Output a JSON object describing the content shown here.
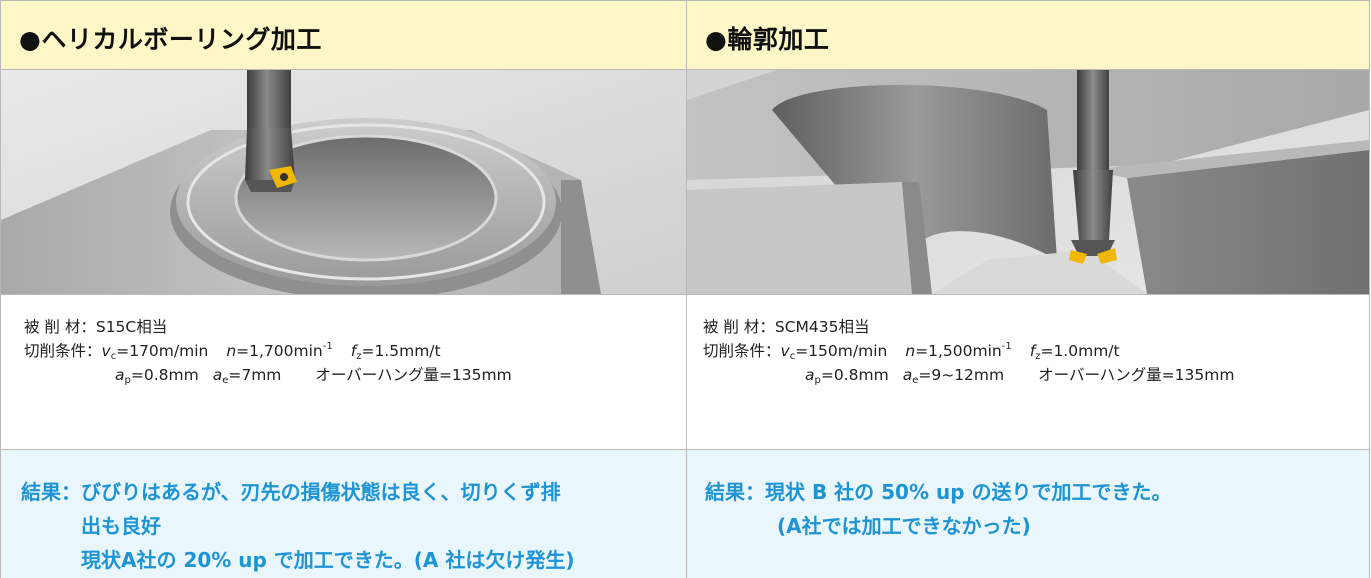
{
  "left": {
    "title": "●ヘリカルボーリング加工",
    "material_label": "被 削 材：",
    "material_value": "S15C相当",
    "conditions_label": "切削条件：",
    "vc_sym": "v",
    "vc_sub": "c",
    "vc_val": "=170m/min",
    "n_sym": "n",
    "n_val": "=1,700min",
    "n_sup": "-1",
    "fz_sym": "f",
    "fz_sub": "z",
    "fz_val": "=1.5mm/t",
    "ap_sym": "a",
    "ap_sub": "p",
    "ap_val": "=0.8mm",
    "ae_sym": "a",
    "ae_sub": "e",
    "ae_val": "=7mm",
    "overhang": "オーバーハング量=135mm",
    "result_line1": "結果：びびりはあるが、刃先の損傷状態は良く、切りくず排",
    "result_line2": "出も良好",
    "result_line3": "現状A社の 20% up で加工できた。(A 社は欠け発生)"
  },
  "right": {
    "title": "●輪郭加工",
    "material_label": "被 削 材：",
    "material_value": "SCM435相当",
    "conditions_label": "切削条件：",
    "vc_sym": "v",
    "vc_sub": "c",
    "vc_val": "=150m/min",
    "n_sym": "n",
    "n_val": "=1,500min",
    "n_sup": "-1",
    "fz_sym": "f",
    "fz_sub": "z",
    "fz_val": "=1.0mm/t",
    "ap_sym": "a",
    "ap_sub": "p",
    "ap_val": "=0.8mm",
    "ae_sym": "a",
    "ae_sub": "e",
    "ae_val": "=9~12mm",
    "overhang": "オーバーハング量=135mm",
    "result_line1": "結果：現状 B 社の 50% up の送りで加工できた。",
    "result_line2": "(A社では加工できなかった)"
  },
  "colors": {
    "header_bg": "#fdf6c6",
    "result_bg": "#e9f6fc",
    "result_text": "#1e94d4",
    "insert": "#f2b705"
  }
}
